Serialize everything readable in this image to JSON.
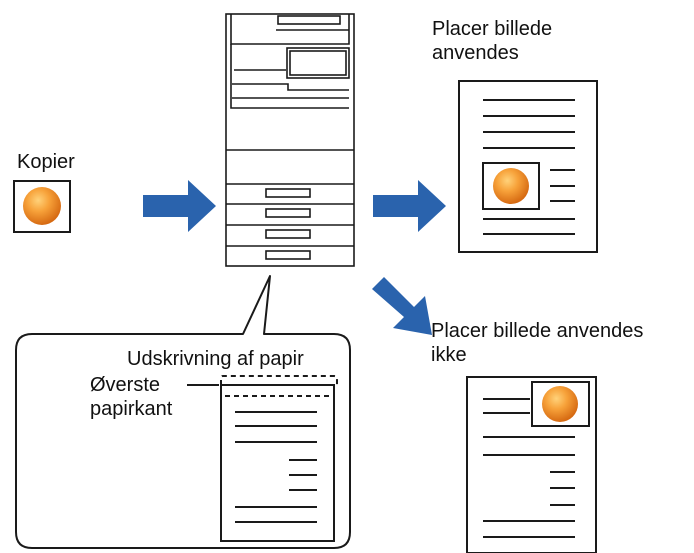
{
  "labels": {
    "source": "Kopier",
    "placement_on_line1": "Placer billede",
    "placement_on_line2": "anvendes",
    "placement_off_line1": "Placer billede anvendes",
    "placement_off_line2": "ikke",
    "callout_title": "Udskrivning af papir",
    "top_edge_line1": "Øverste",
    "top_edge_line2": "papirkant"
  },
  "icons": {
    "arrow": "arrow-right-icon",
    "arrow_diagonal": "arrow-down-right-icon",
    "printer": "printer-icon",
    "image": "orange-ball-icon"
  },
  "colors": {
    "arrow": "#2a63ad",
    "ball": "#f39a1e",
    "ball_shadow": "#d8741a",
    "stroke": "#1a1a1a"
  }
}
